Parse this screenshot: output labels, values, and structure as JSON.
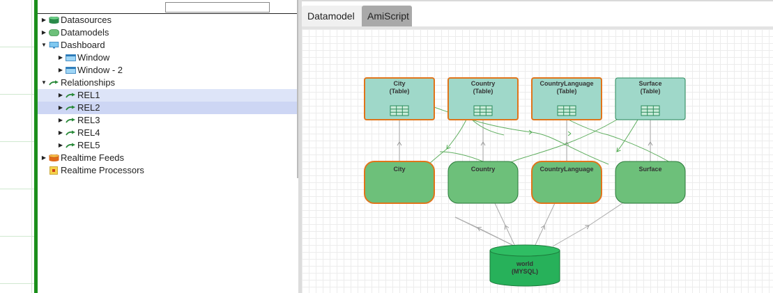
{
  "tree": {
    "search_value": "",
    "items": [
      {
        "label": "Datasources",
        "expanded": false,
        "icon": "datasource-icon"
      },
      {
        "label": "Datamodels",
        "expanded": false,
        "icon": "datamodel-icon"
      },
      {
        "label": "Dashboard",
        "expanded": true,
        "icon": "monitor-icon"
      },
      {
        "label": "Window",
        "expanded": false,
        "icon": "window-icon"
      },
      {
        "label": "Window - 2",
        "expanded": false,
        "icon": "window-icon"
      },
      {
        "label": "Relationships",
        "expanded": true,
        "icon": "relationship-arrow-icon"
      },
      {
        "label": "REL1",
        "expanded": false,
        "icon": "relationship-arrow-icon"
      },
      {
        "label": "REL2",
        "expanded": false,
        "icon": "relationship-arrow-icon"
      },
      {
        "label": "REL3",
        "expanded": false,
        "icon": "relationship-arrow-icon"
      },
      {
        "label": "REL4",
        "expanded": false,
        "icon": "relationship-arrow-icon"
      },
      {
        "label": "REL5",
        "expanded": false,
        "icon": "relationship-arrow-icon"
      },
      {
        "label": "Realtime Feeds",
        "expanded": false,
        "icon": "realtime-feed-icon"
      },
      {
        "label": "Realtime Processors",
        "expanded": false,
        "icon": "processor-icon"
      }
    ]
  },
  "tabs": {
    "datamodel": "Datamodel",
    "amiscript": "AmiScript",
    "active": "amiscript"
  },
  "diagram": {
    "tables": [
      {
        "name": "City",
        "kind": "(Table)"
      },
      {
        "name": "Country",
        "kind": "(Table)"
      },
      {
        "name": "CountryLanguage",
        "kind": "(Table)"
      },
      {
        "name": "Surface",
        "kind": "(Table)"
      }
    ],
    "datamodels": [
      {
        "name": "City"
      },
      {
        "name": "Country"
      },
      {
        "name": "CountryLanguage"
      },
      {
        "name": "Surface"
      }
    ],
    "datasource": {
      "name": "world",
      "type": "(MYSQL)"
    }
  },
  "colors": {
    "sidebar_green": "#1a8f1a",
    "table_fill": "#9fd8c9",
    "datamodel_fill": "#6dc07a",
    "datasource_fill": "#27b15a",
    "highlight_border": "#e0741a",
    "selection_light": "#dde4f8",
    "selection": "#cdd6f4"
  }
}
